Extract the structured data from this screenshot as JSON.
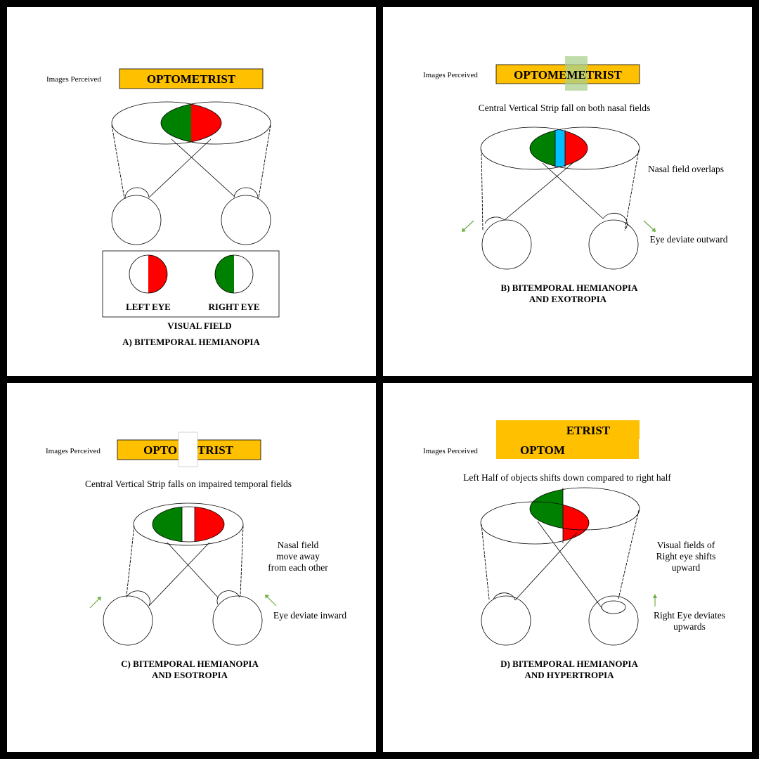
{
  "colors": {
    "banner": "#ffc000",
    "left_field": "#008000",
    "right_field": "#ff0000",
    "strip_overlap": "#00bfff",
    "strip_highlight": "#a9d08e",
    "arrow": "#70ad47"
  },
  "panel_a": {
    "images_perceived": "Images Perceived",
    "banner": "OPTOMETRIST",
    "left_eye": "LEFT EYE",
    "right_eye": "RIGHT EYE",
    "visual_field": "VISUAL FIELD",
    "title": "A) BITEMPORAL HEMIANOPIA"
  },
  "panel_b": {
    "images_perceived": "Images Perceived",
    "banner": "OPTOMEMETRIST",
    "caption": "Central Vertical Strip fall on both nasal fields",
    "note_overlap": "Nasal field overlaps",
    "note_deviation": "Eye deviate outward",
    "title_line1": "B) BITEMPORAL HEMIANOPIA",
    "title_line2": "AND EXOTROPIA"
  },
  "panel_c": {
    "images_perceived": "Images Perceived",
    "banner_left": "OPTO",
    "banner_right": "TRIST",
    "caption": "Central Vertical Strip falls on impaired temporal fields",
    "note_lines": [
      "Nasal field",
      "move away",
      "from each other"
    ],
    "note_deviation": "Eye deviate inward",
    "title_line1": "C) BITEMPORAL HEMIANOPIA",
    "title_line2": "AND ESOTROPIA"
  },
  "panel_d": {
    "images_perceived": "Images Perceived",
    "banner_top": "ETRIST",
    "banner_bottom": "OPTOM",
    "caption": "Left Half of objects shifts down compared to right half",
    "note_lines": [
      "Visual fields of",
      "Right eye shifts",
      "upward"
    ],
    "deviation_lines": [
      "Right Eye deviates",
      "upwards"
    ],
    "title_line1": "D) BITEMPORAL HEMIANOPIA",
    "title_line2": "AND HYPERTROPIA"
  }
}
